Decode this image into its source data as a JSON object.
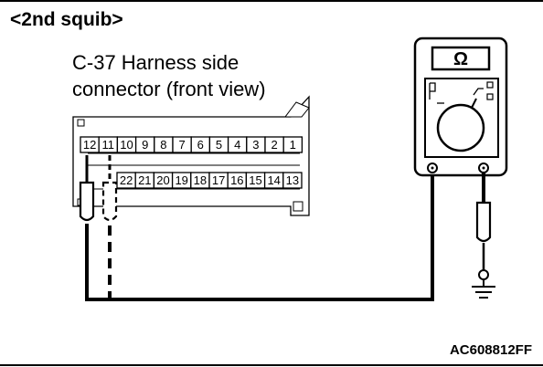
{
  "title": "<2nd  squib>",
  "connector": {
    "line1": "C-37 Harness side",
    "line2": "connector (front view)",
    "top_pins": [
      "12",
      "11",
      "10",
      "9",
      "8",
      "7",
      "6",
      "5",
      "4",
      "3",
      "2",
      "1"
    ],
    "bottom_pins": [
      "22",
      "21",
      "20",
      "19",
      "18",
      "17",
      "16",
      "15",
      "14",
      "13"
    ]
  },
  "meter_symbol": "Ω",
  "figure_code": "AC608812FF",
  "icons": {
    "meter": "ohmmeter-icon",
    "ground": "ground-icon",
    "probe": "test-probe-icon"
  }
}
